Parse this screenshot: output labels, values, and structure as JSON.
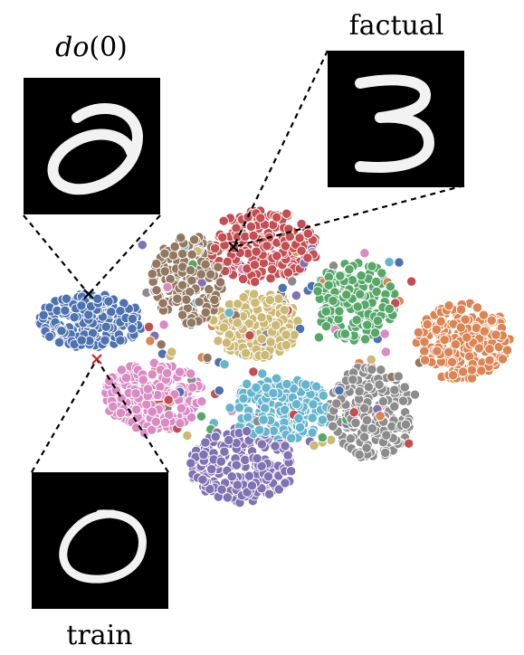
{
  "labels": {
    "do_prefix": "do",
    "do_paren": "(0)",
    "factual": "factual",
    "train": "train"
  },
  "thumbnails": [
    {
      "id": "do0",
      "digit_shown": "0"
    },
    {
      "id": "factual",
      "digit_shown": "3"
    },
    {
      "id": "train",
      "digit_shown": "0"
    }
  ],
  "cluster_colors": [
    "#4c72b0",
    "#dd8452",
    "#55a868",
    "#c44e52",
    "#8172b3",
    "#937860",
    "#da8bc3",
    "#8c8c8c",
    "#ccb974",
    "#64b5cd"
  ],
  "markers": [
    "do0-cross",
    "factual-cross",
    "train-cross"
  ]
}
